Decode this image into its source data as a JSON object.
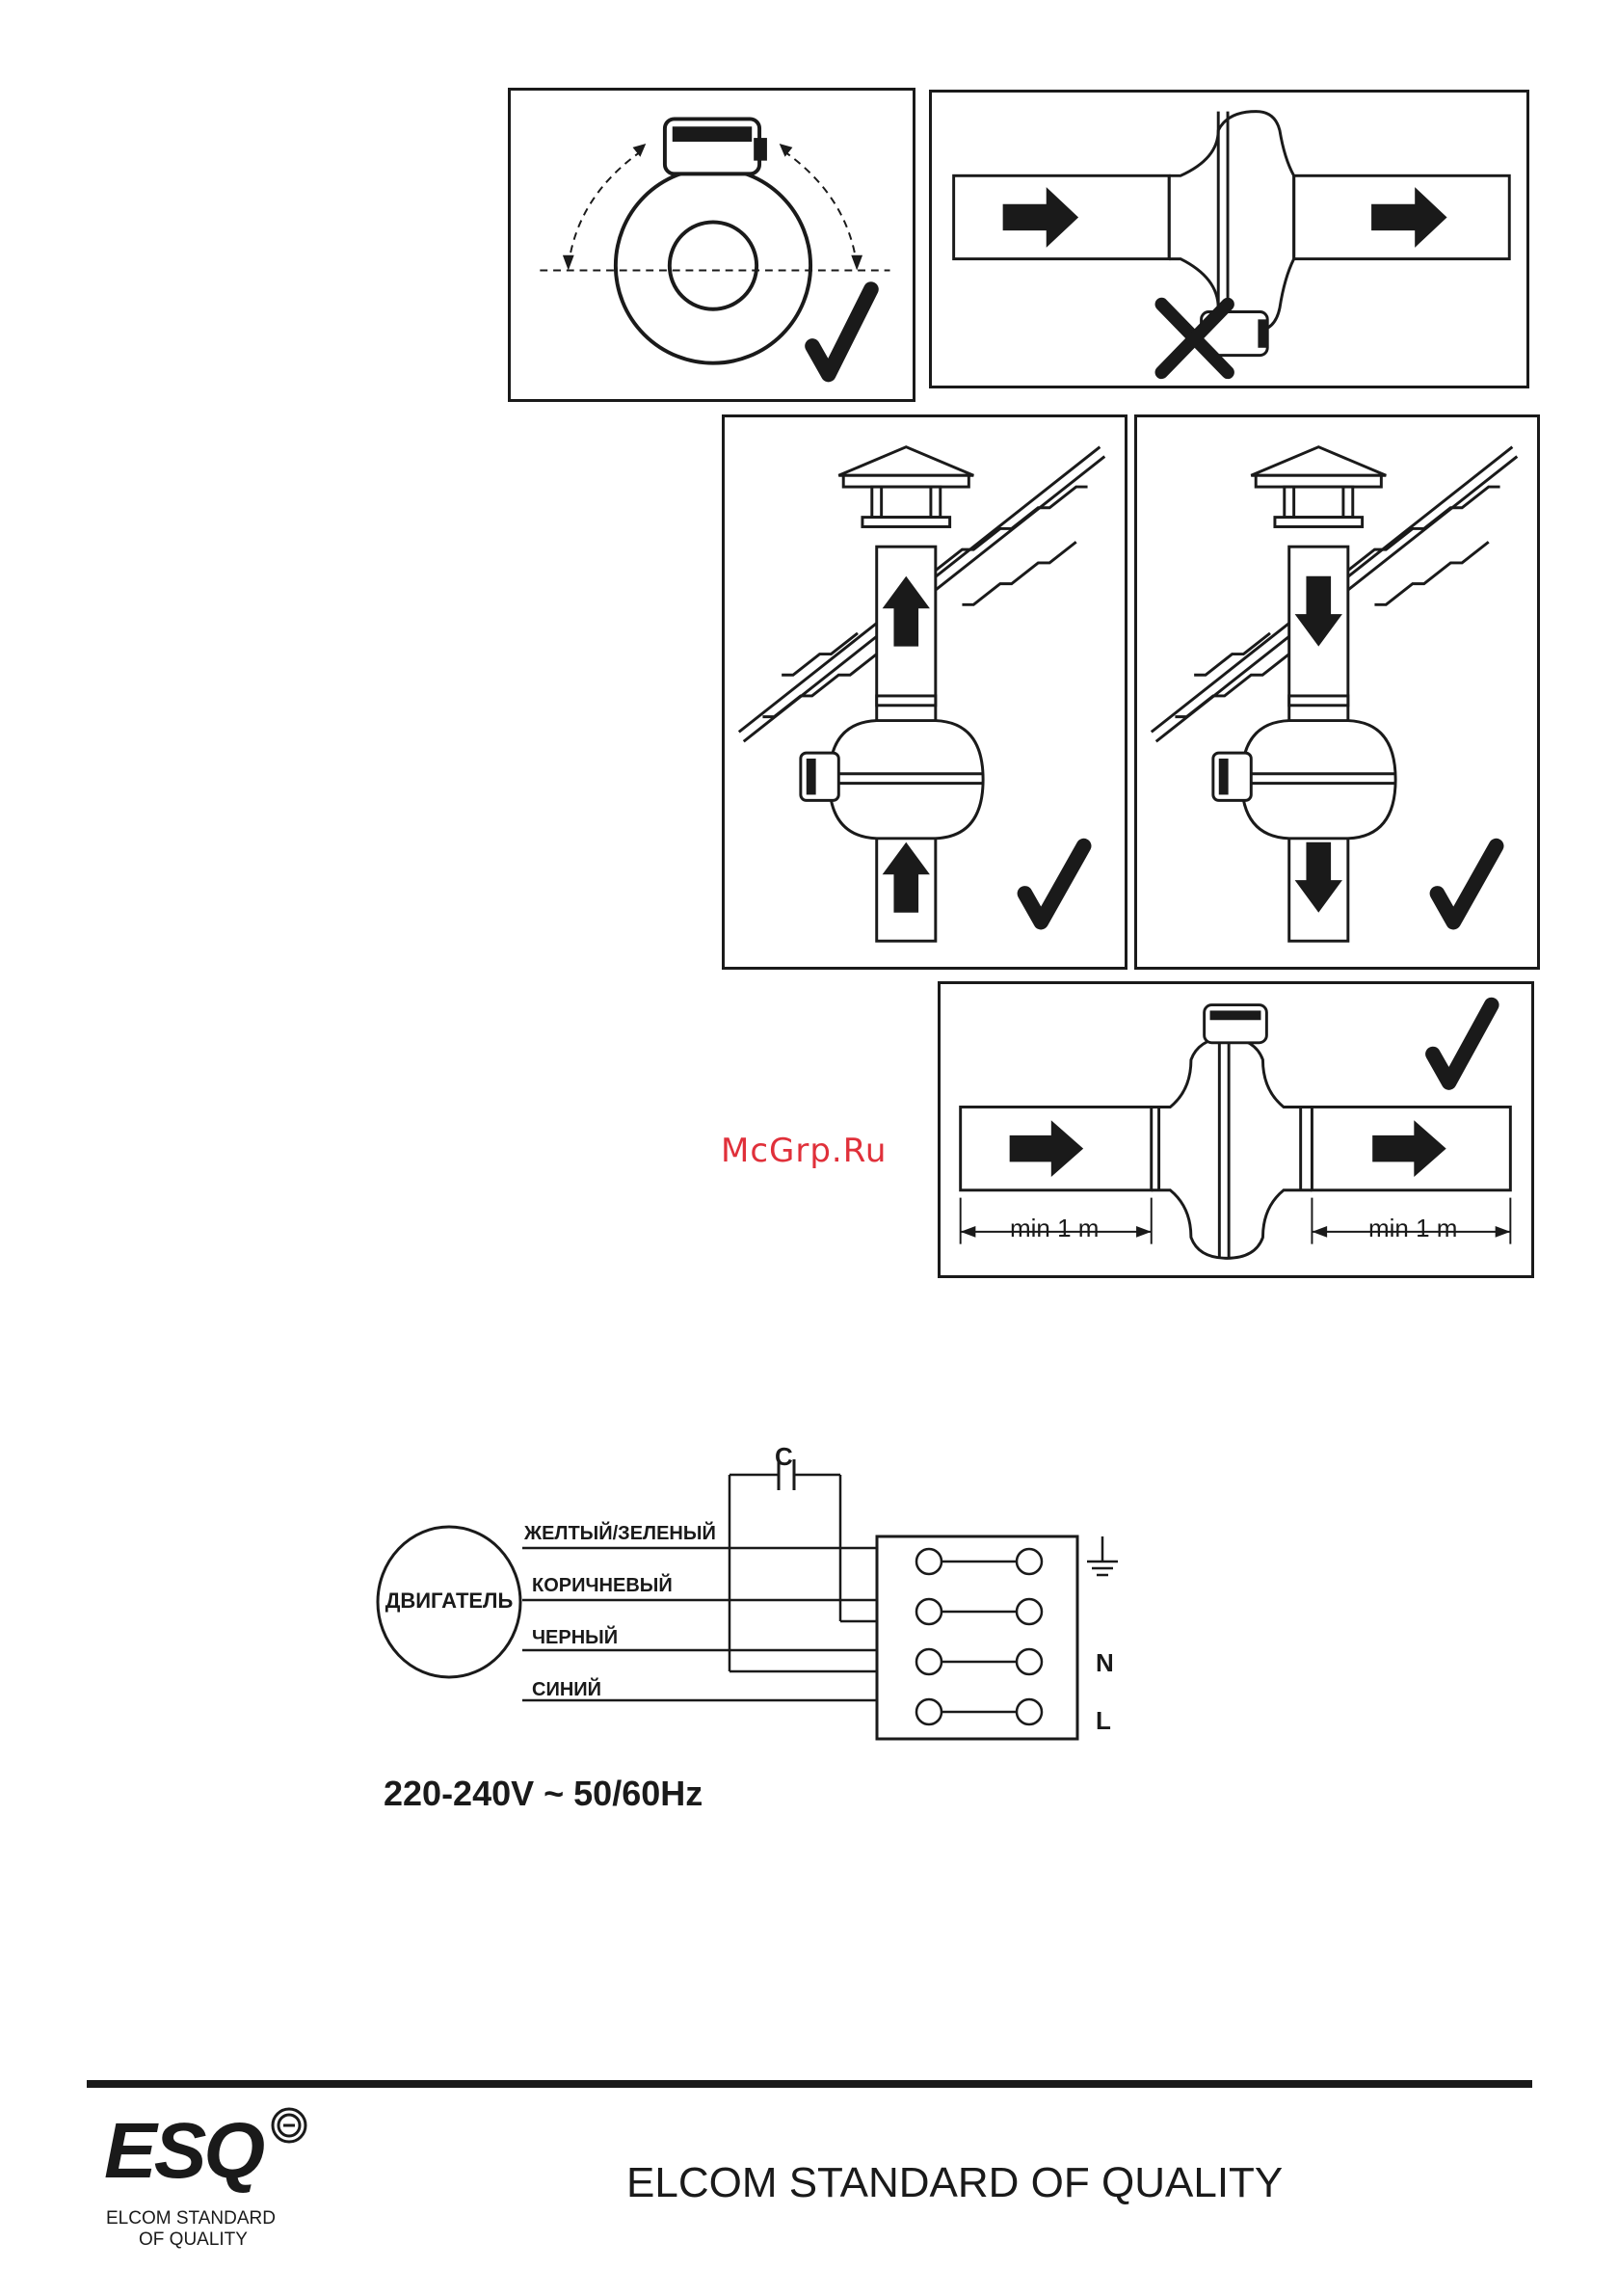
{
  "watermark": "McGrp.Ru",
  "install_panels": {
    "dimension_left": "min 1 m",
    "dimension_right": "min 1 m"
  },
  "wiring": {
    "motor": "ДВИГАТЕЛЬ",
    "capacitor": "C",
    "wires": [
      {
        "label": "ЖЕЛТЫЙ/ЗЕЛЕНЫЙ"
      },
      {
        "label": "КОРИЧНЕВЫЙ"
      },
      {
        "label": "ЧЕРНЫЙ"
      },
      {
        "label": "СИНИЙ"
      }
    ],
    "terminals": {
      "n": "N",
      "l": "L"
    },
    "power": "220-240V ~ 50/60Hz"
  },
  "footer": {
    "logo": "ESQ",
    "logo_sub_line1": "ELCOM STANDARD",
    "logo_sub_line2": "OF QUALITY",
    "title": "ELCOM STANDARD OF QUALITY"
  }
}
